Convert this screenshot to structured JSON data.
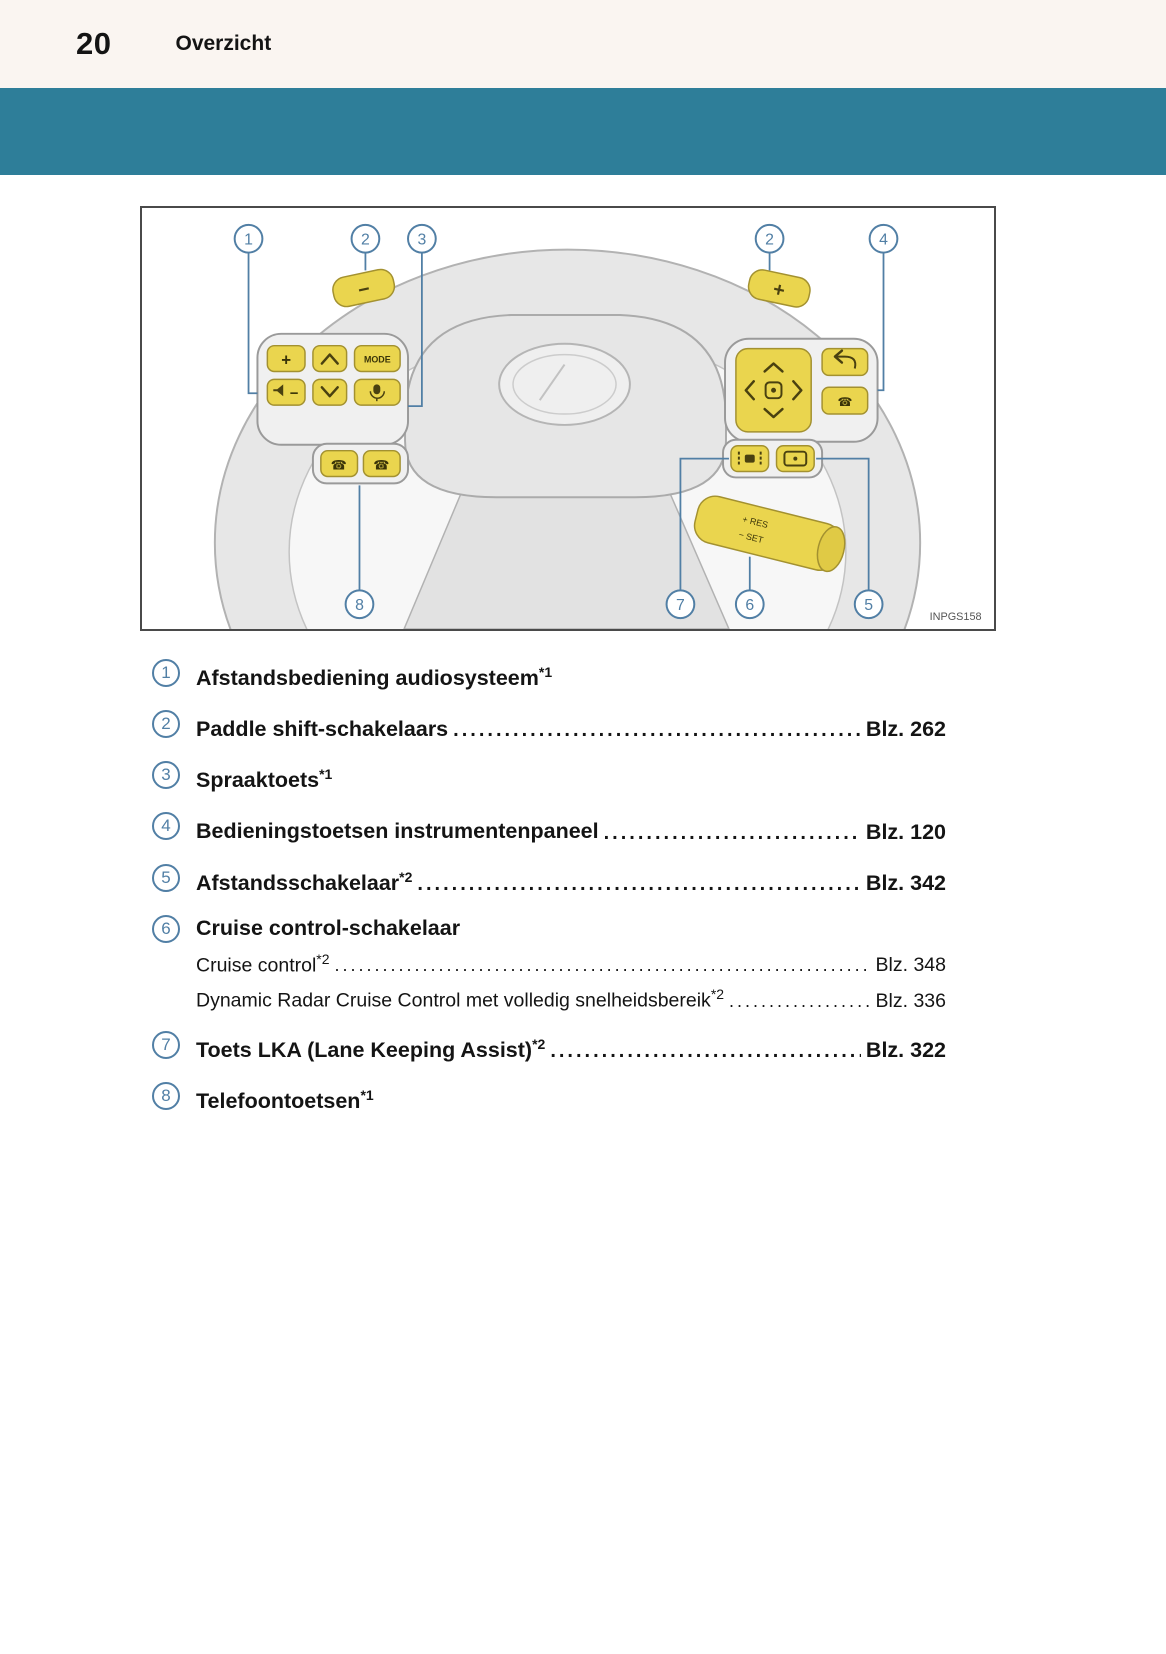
{
  "header": {
    "page_number": "20",
    "section_title": "Overzicht"
  },
  "colors": {
    "banner": "#2e7e99",
    "callout_blue": "#517fa5",
    "button_yellow": "#ead54e"
  },
  "figure": {
    "code": "INPGS158",
    "callouts": {
      "one": "1",
      "two_left": "2",
      "three": "3",
      "two_right": "2",
      "four": "4",
      "five": "5",
      "six": "6",
      "seven": "7",
      "eight": "8"
    },
    "button_labels": {
      "mode": "MODE",
      "plus": "+",
      "minus": "−",
      "res": "+ RES",
      "set": "− SET"
    },
    "icons": {
      "phone": "☎"
    }
  },
  "list": {
    "items": [
      {
        "num": "1",
        "text": "Afstandsbediening audiosysteem",
        "sup": "*1",
        "page": ""
      },
      {
        "num": "2",
        "text": "Paddle shift-schakelaars",
        "sup": "",
        "page": "Blz. 262"
      },
      {
        "num": "3",
        "text": "Spraaktoets",
        "sup": "*1",
        "page": ""
      },
      {
        "num": "4",
        "text": "Bedieningstoetsen instrumentenpaneel",
        "sup": "",
        "page": "Blz. 120"
      },
      {
        "num": "5",
        "text": "Afstandsschakelaar",
        "sup": "*2",
        "page": "Blz. 342"
      },
      {
        "num": "6",
        "text": "Cruise control-schakelaar",
        "sup": "",
        "page": "",
        "sub_items": [
          {
            "text": "Cruise control",
            "sup": "*2",
            "page": "Blz. 348"
          },
          {
            "text": "Dynamic Radar Cruise Control met volledig snelheidsbereik",
            "sup": "*2",
            "page": "Blz. 336"
          }
        ]
      },
      {
        "num": "7",
        "text": "Toets LKA (Lane Keeping Assist)",
        "sup": "*2",
        "page": "Blz. 322"
      },
      {
        "num": "8",
        "text": "Telefoontoetsen",
        "sup": "*1",
        "page": ""
      }
    ]
  }
}
